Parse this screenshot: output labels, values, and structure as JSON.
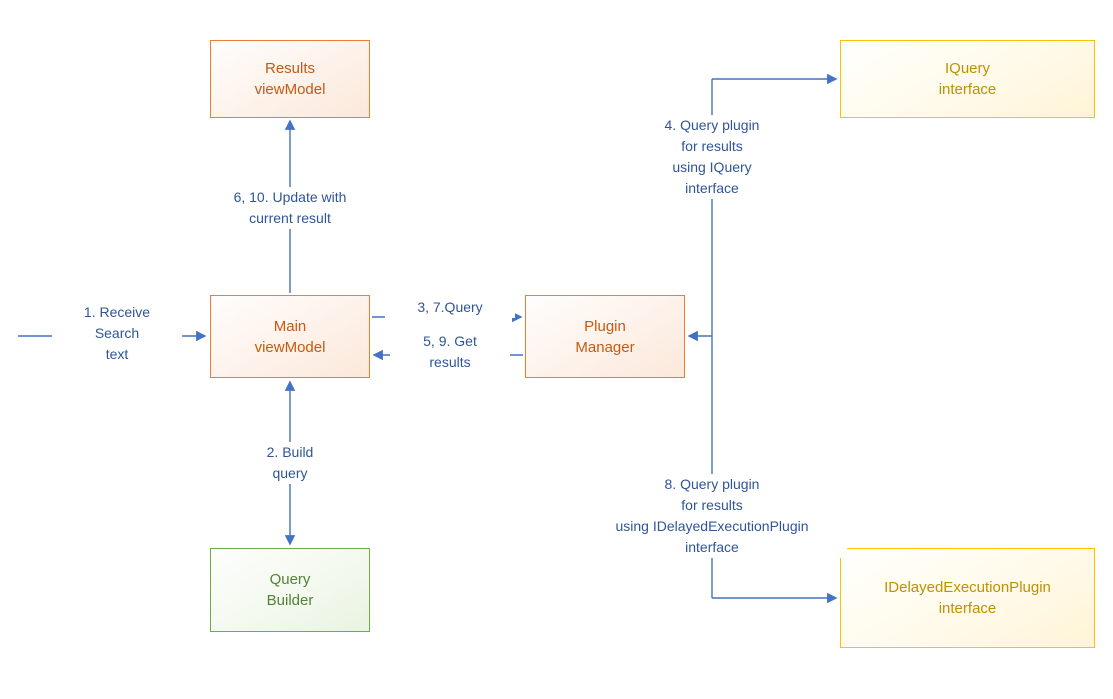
{
  "diagram": {
    "title": "Search plugin query flow diagram",
    "nodes": {
      "results_viewmodel": {
        "label": "Results\nviewModel",
        "scheme": "orange"
      },
      "iquery_interface": {
        "label": "IQuery\ninterface",
        "scheme": "yellow"
      },
      "main_viewmodel": {
        "label": "Main\nviewModel",
        "scheme": "orange"
      },
      "plugin_manager": {
        "label": "Plugin\nManager",
        "scheme": "orange"
      },
      "query_builder": {
        "label": "Query\nBuilder",
        "scheme": "green"
      },
      "idelayed_interface": {
        "label": "IDelayedExecutionPlugin\ninterface",
        "scheme": "yellow"
      }
    },
    "edges": {
      "receive_search": {
        "label": "1. Receive\nSearch\ntext"
      },
      "build_query": {
        "label": "2. Build\nquery"
      },
      "query": {
        "label": "3, 7.Query"
      },
      "query_plugin_iquery": {
        "label": "4. Query plugin\nfor results\nusing IQuery\ninterface"
      },
      "get_results": {
        "label": "5, 9. Get\nresults"
      },
      "update_current_result": {
        "label": "6, 10. Update with\ncurrent result"
      },
      "query_plugin_idelayed": {
        "label": "8. Query plugin\nfor results\nusing IDelayedExecutionPlugin\ninterface"
      }
    },
    "colors": {
      "orange_border": "#ED7D31",
      "orange_text": "#C55A11",
      "yellow_border": "#FFC000",
      "yellow_text": "#BF9000",
      "green_border": "#70AD47",
      "green_text": "#538135",
      "arrow": "#4472C4",
      "edge_label_text": "#2F5597"
    }
  }
}
